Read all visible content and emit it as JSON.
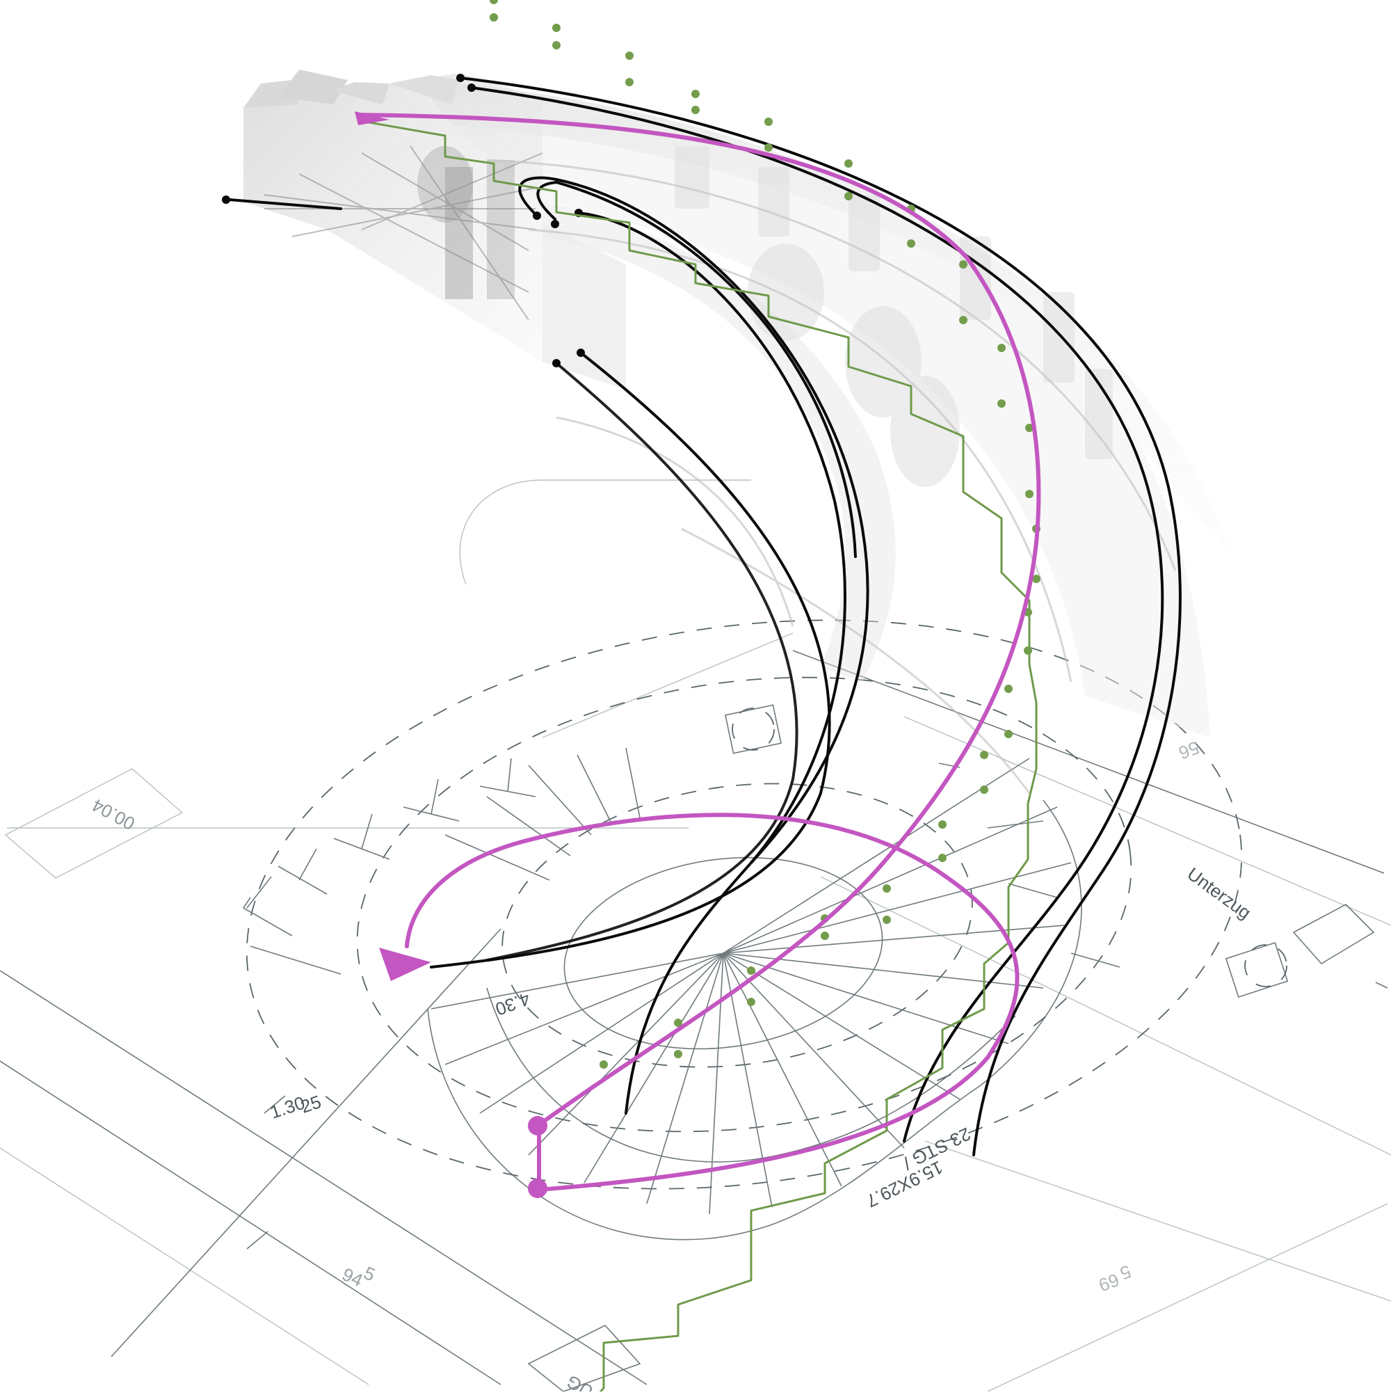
{
  "labels": {
    "level_box": "00.04",
    "beam": "Unterzug",
    "stairs_count": "23 STG /",
    "stairs_size": "15.9X29.7",
    "dim_left": "1.30",
    "dim_left_sup": "25",
    "dim_mid": "4.30",
    "dim_bottom": "94",
    "dim_bottom_sup": "5",
    "dim_right": "69",
    "dim_right_sup": "5",
    "dim_top_right": "56",
    "level_bottom": "UG"
  },
  "colors": {
    "path_magenta": "#c356c1",
    "step_green": "#739d4c",
    "rail_black": "#0a0a0a",
    "plan_gray": "#6f7a7d"
  }
}
